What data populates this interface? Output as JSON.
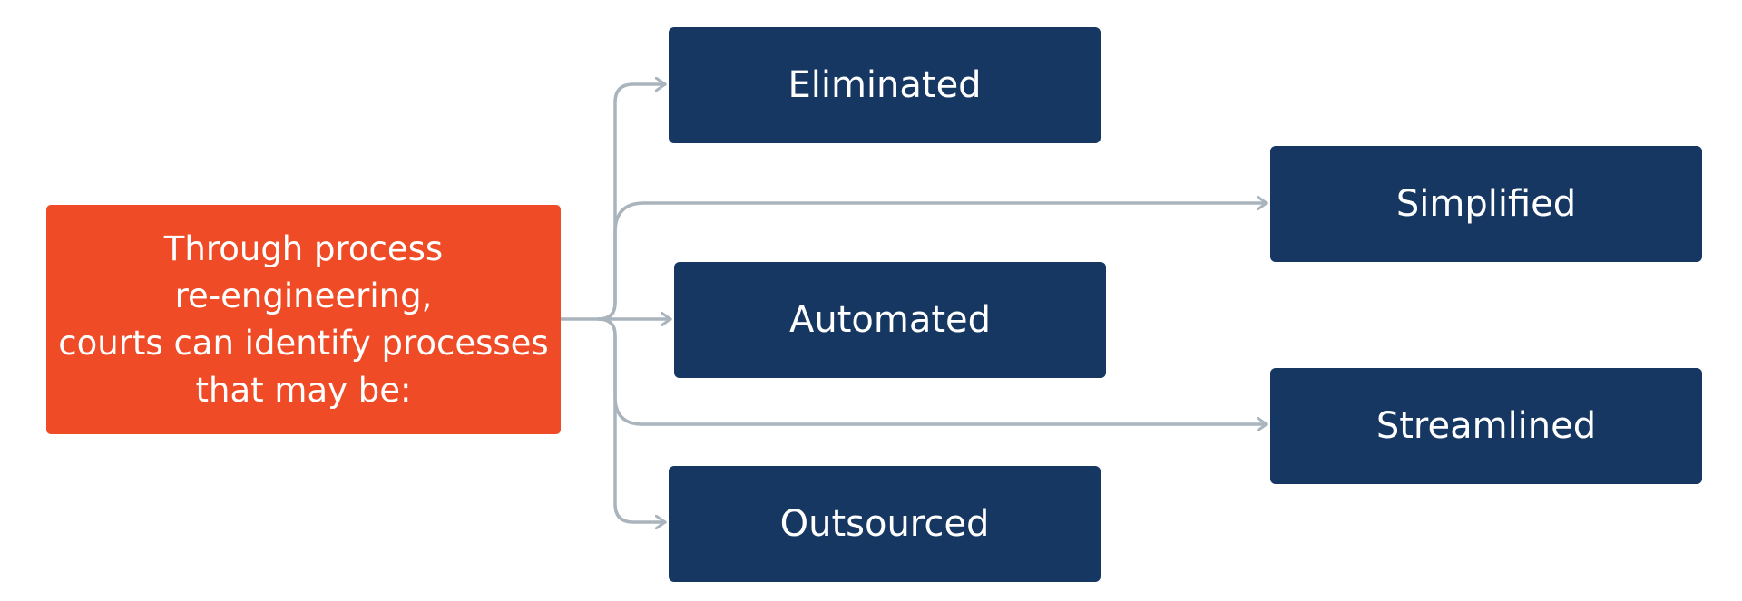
{
  "colors": {
    "source_fill": "#f04b27",
    "target_fill": "#163761",
    "connector": "#a9b4bd",
    "text": "#ffffff"
  },
  "source": {
    "lines": [
      "Through process",
      "re-engineering,",
      "courts can identify processes",
      "that may be:"
    ]
  },
  "targets": [
    {
      "id": "eliminated",
      "label": "Eliminated"
    },
    {
      "id": "simplified",
      "label": "Simplified"
    },
    {
      "id": "automated",
      "label": "Automated"
    },
    {
      "id": "streamlined",
      "label": "Streamlined"
    },
    {
      "id": "outsourced",
      "label": "Outsourced"
    }
  ]
}
